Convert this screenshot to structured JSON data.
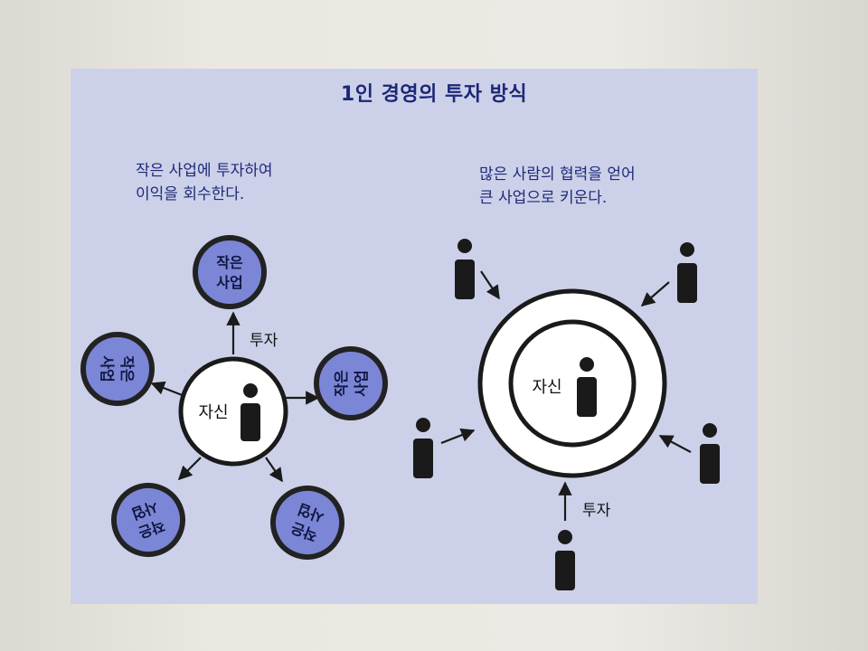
{
  "title": "1인 경영의 투자 방식",
  "left": {
    "caption_line1": "작은 사업에 투자하여",
    "caption_line2": "이익을 회수한다.",
    "center_label": "자신",
    "invest_label": "투자",
    "business_line1": "작은",
    "business_line2": "사업"
  },
  "right": {
    "caption_line1": "많은 사람의 협력을 얻어",
    "caption_line2": "큰 사업으로 키운다.",
    "center_label": "자신",
    "invest_label": "투자"
  },
  "colors": {
    "panel": "#ccd1e9",
    "title": "#1d2777",
    "business_fill": "#7c86d6",
    "business_ring": "#222222"
  }
}
